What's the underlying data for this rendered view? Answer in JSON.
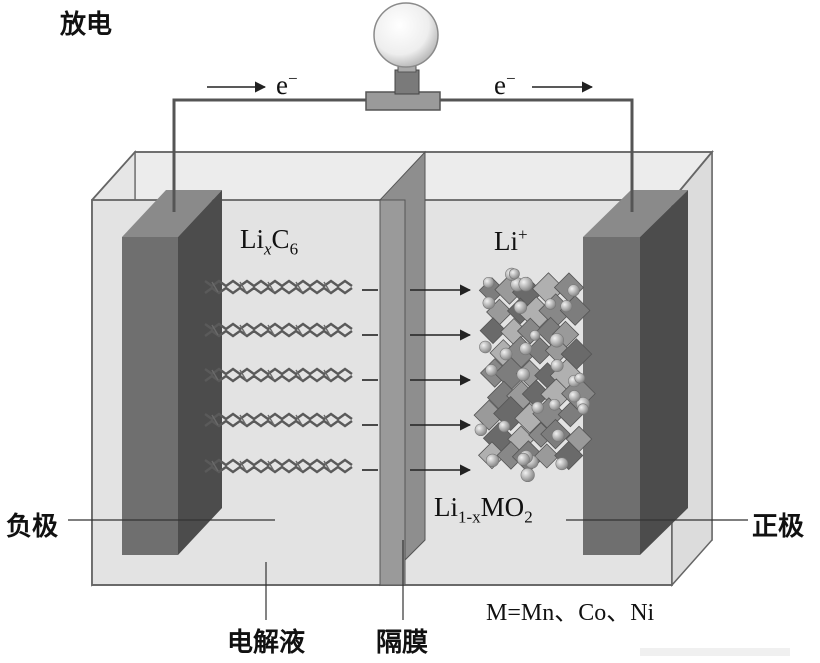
{
  "title": "放电",
  "electron": {
    "base": "e",
    "sign": "−"
  },
  "anode_material": {
    "base": "Li",
    "sub_x": "x",
    "c": "C",
    "sub_6": "6"
  },
  "cation": {
    "base": "Li",
    "sup": "+"
  },
  "cathode_material": {
    "base": "Li",
    "sub": "1-x",
    "m": "MO",
    "sub_2": "2"
  },
  "labels": {
    "negative_electrode": "负极",
    "positive_electrode": "正极",
    "electrolyte": "电解液",
    "separator": "隔膜",
    "metals": "M=Mn、Co、Ni"
  },
  "colors": {
    "electrode_front": "#6f6f6f",
    "electrode_side": "#4c4c4c",
    "electrolyte": "#e3e3e3",
    "separator": "#8e8e8e",
    "wire": "#555555"
  }
}
